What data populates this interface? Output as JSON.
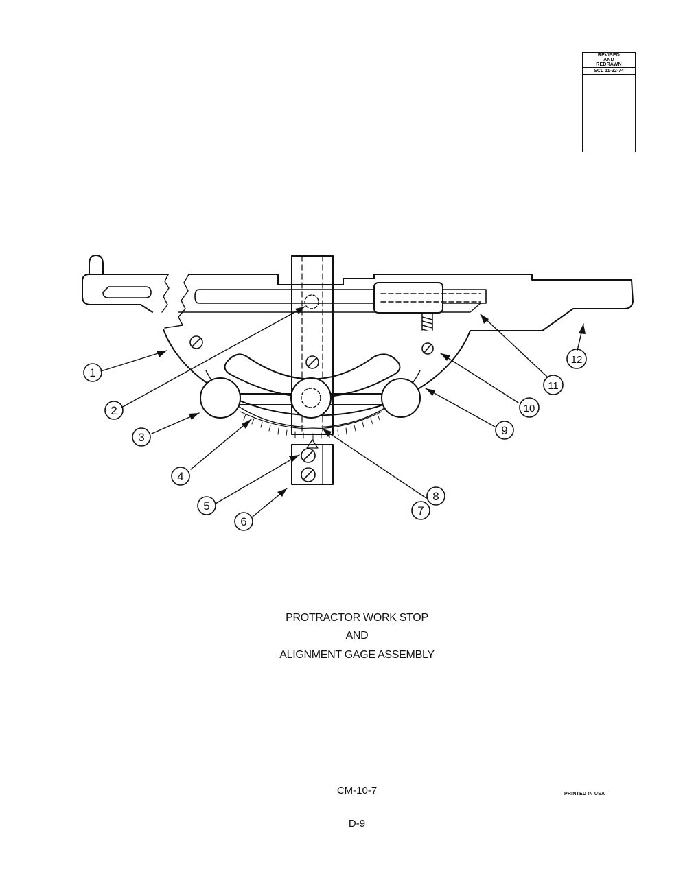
{
  "revision": {
    "lines": [
      "REVISED",
      "AND",
      "REDRAWN"
    ],
    "date": "SCL 11-22-74"
  },
  "figure": {
    "title_lines": [
      "PROTRACTOR WORK STOP",
      "AND",
      "ALIGNMENT GAGE ASSEMBLY"
    ],
    "callouts": [
      "1",
      "2",
      "3",
      "4",
      "5",
      "6",
      "7",
      "8",
      "9",
      "10",
      "11",
      "12"
    ]
  },
  "footer": {
    "doc_code": "CM-10-7",
    "page": "D-9",
    "printed": "PRINTED IN USA"
  }
}
